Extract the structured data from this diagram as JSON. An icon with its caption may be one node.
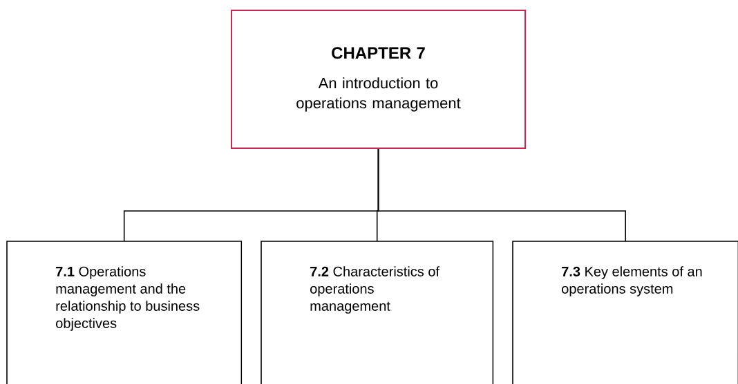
{
  "diagram": {
    "nodes": [
      {
        "text": [
          "CHAPTER 7",
          "An introduction to operations management"
        ]
      },
      {
        "text": [
          "**7.1** Operations management and the relationship to business objectives"
        ]
      },
      {
        "text": [
          "**7.2** Characteristics of operations management"
        ]
      },
      {
        "text": [
          "**7.3** Key elements of an operations system"
        ]
      }
    ],
    "edges": [
      {
        "from": 0,
        "to": 1,
        "arrow": "none"
      },
      {
        "from": 0,
        "to": 2,
        "arrow": "none"
      },
      {
        "from": 0,
        "to": 3,
        "arrow": "none"
      }
    ]
  }
}
